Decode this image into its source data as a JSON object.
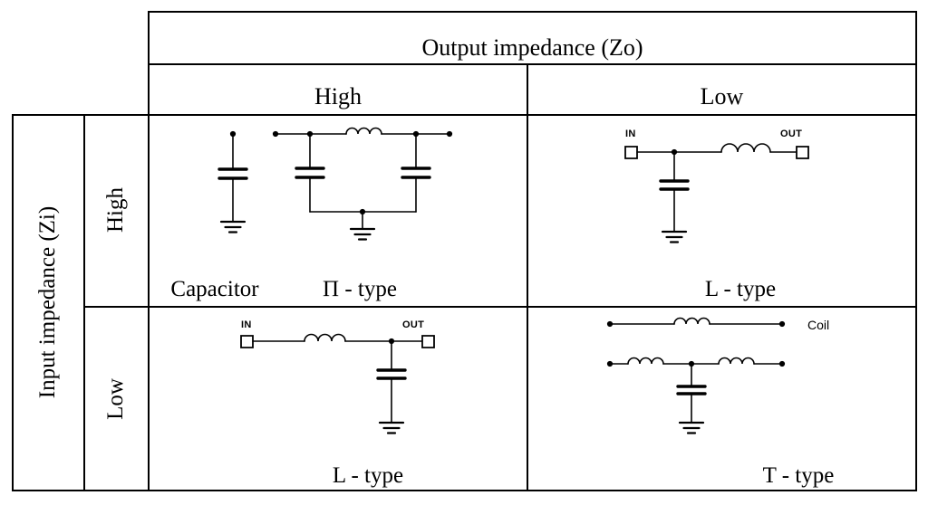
{
  "header": {
    "output_title": "Output impedance (Zo)",
    "col_high": "High",
    "col_low": "Low",
    "input_title": "Input impedance (Zi)",
    "row_high": "High",
    "row_low": "Low"
  },
  "cells": {
    "high_high": {
      "capacitor_label": "Capacitor",
      "pi_label": "Π - type"
    },
    "high_low": {
      "type_label": "L - type",
      "in_label": "IN",
      "out_label": "OUT"
    },
    "low_high": {
      "type_label": "L - type",
      "in_label": "IN",
      "out_label": "OUT"
    },
    "low_low": {
      "type_label": "T - type",
      "coil_label": "Coil"
    }
  },
  "colors": {
    "ink": "#000000",
    "background": "#ffffff"
  }
}
